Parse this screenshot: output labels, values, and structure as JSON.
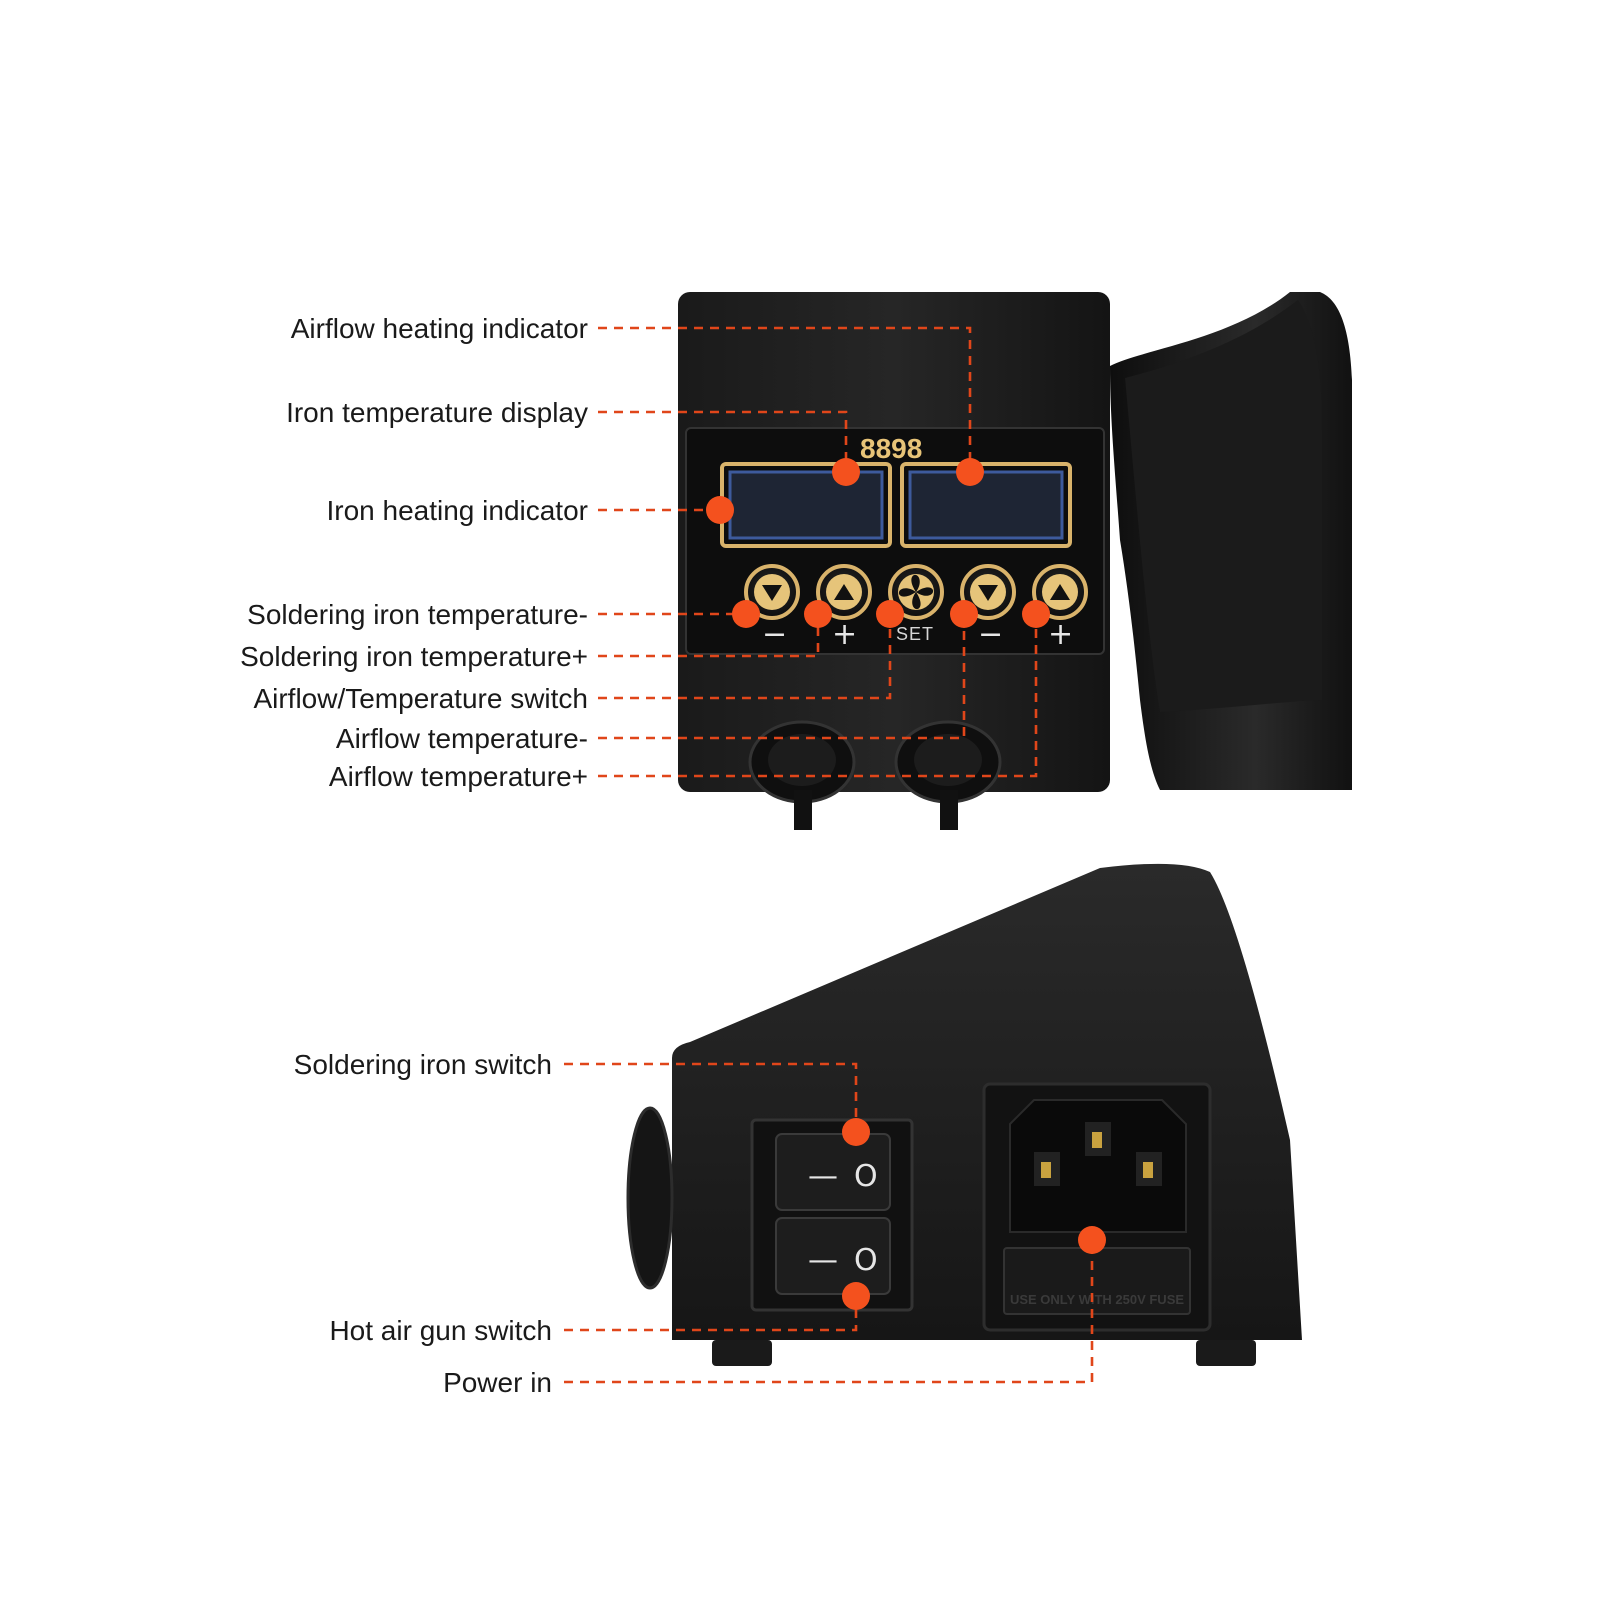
{
  "colors": {
    "accent": "#f4511e",
    "leader": "#e0461a",
    "body": "#1c1c1c",
    "gold": "#d9b36b",
    "lcd": "#1f2a3c"
  },
  "front_view": {
    "model": "8898",
    "set_label": "SET",
    "minus_symbol": "−",
    "plus_symbol": "+",
    "buttons": [
      {
        "icon": "down-arrow-icon"
      },
      {
        "icon": "up-arrow-icon"
      },
      {
        "icon": "fan-icon"
      },
      {
        "icon": "down-arrow-icon"
      },
      {
        "icon": "up-arrow-icon"
      }
    ],
    "callouts": [
      "Airflow heating indicator",
      "Iron temperature display",
      "Iron heating indicator",
      "Soldering iron temperature-",
      "Soldering iron temperature+",
      "Airflow/Temperature switch",
      "Airflow temperature-",
      "Airflow temperature+"
    ]
  },
  "back_view": {
    "switch_off_symbol": "—",
    "switch_on_symbol": "O",
    "fuse_label": "USE ONLY WITH 250V FUSE",
    "callouts": [
      "Soldering iron switch",
      "Hot air gun switch",
      "Power in"
    ]
  }
}
